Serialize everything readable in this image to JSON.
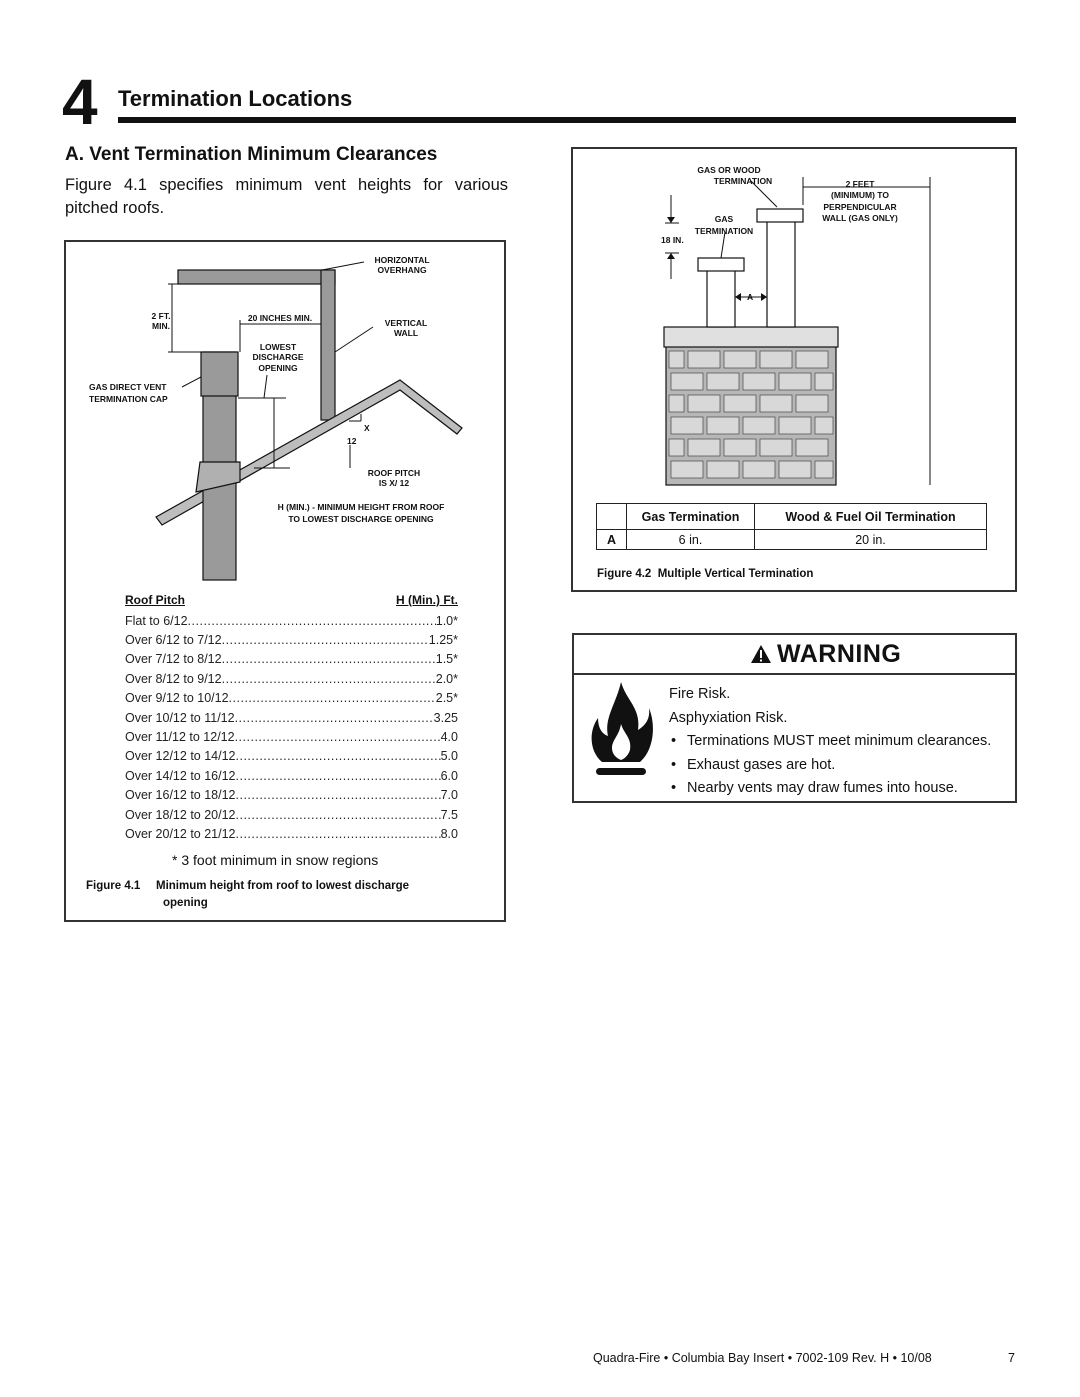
{
  "header": {
    "section_number": "4",
    "section_title": "Termination Locations"
  },
  "subsection_title": "A. Vent Termination Minimum Clearances",
  "intro_text": "Figure 4.1 specifies minimum vent heights for various pitched roofs.",
  "figure_4_1": {
    "labels": {
      "horizontal_overhang": [
        "HORIZONTAL",
        "OVERHANG"
      ],
      "two_ft_min": [
        "2 FT.",
        "MIN."
      ],
      "twenty_inches": "20 INCHES MIN.",
      "vertical_wall": [
        "VERTICAL",
        "WALL"
      ],
      "lowest_discharge": [
        "LOWEST",
        "DISCHARGE",
        "OPENING"
      ],
      "cap": [
        "GAS DIRECT VENT",
        "TERMINATION CAP"
      ],
      "x": "X",
      "twelve": "12",
      "roof_pitch": [
        "ROOF PITCH",
        "IS  X/ 12"
      ],
      "h_min": [
        "H (MIN.) - MINIMUM HEIGHT FROM ROOF",
        "TO LOWEST DISCHARGE OPENING"
      ]
    },
    "table_header": {
      "pitch": "Roof Pitch",
      "height": "H (Min.) Ft."
    },
    "rows": [
      {
        "pitch": "Flat to 6/12",
        "height": "1.0*"
      },
      {
        "pitch": "Over 6/12 to 7/12",
        "height": "1.25*"
      },
      {
        "pitch": "Over 7/12 to 8/12",
        "height": "1.5*"
      },
      {
        "pitch": "Over 8/12 to 9/12",
        "height": "2.0*"
      },
      {
        "pitch": "Over 9/12 to 10/12",
        "height": "2.5*"
      },
      {
        "pitch": "Over 10/12 to 11/12",
        "height": "3.25"
      },
      {
        "pitch": "Over 11/12 to 12/12",
        "height": "4.0"
      },
      {
        "pitch": "Over 12/12 to 14/12",
        "height": "5.0"
      },
      {
        "pitch": "Over 14/12 to 16/12",
        "height": "6.0"
      },
      {
        "pitch": "Over 16/12 to 18/12",
        "height": "7.0"
      },
      {
        "pitch": "Over 18/12 to 20/12",
        "height": "7.5"
      },
      {
        "pitch": "Over 20/12 to 21/12",
        "height": "8.0"
      }
    ],
    "note": "* 3 foot minimum in snow regions",
    "caption_number": "Figure 4.1",
    "caption_text_1": "Minimum height from roof to lowest discharge",
    "caption_text_2": "opening"
  },
  "figure_4_2": {
    "labels": {
      "gas_or_wood": [
        "GAS OR  WOOD",
        "TERMINATION"
      ],
      "two_feet": [
        "2 FEET",
        "(MINIMUM) TO",
        "PERPENDICULAR",
        "WALL (GAS ONLY)"
      ],
      "gas_term": [
        "GAS",
        "TERMINATION"
      ],
      "eighteen": "18 IN.",
      "a": "A"
    },
    "table": {
      "headers": [
        "",
        "Gas Termination",
        "Wood & Fuel Oil Termination"
      ],
      "row": [
        "A",
        "6 in.",
        "20 in."
      ]
    },
    "caption_number": "Figure 4.2",
    "caption_text": "Multiple Vertical Termination"
  },
  "warning": {
    "title": "WARNING",
    "lines": [
      "Fire Risk.",
      "Asphyxiation Risk."
    ],
    "bullets": [
      "Terminations MUST meet minimum clearances.",
      "Exhaust gases are hot.",
      "Nearby vents may draw fumes into house."
    ]
  },
  "footer": {
    "text": "Quadra-Fire • Columbia Bay Insert • 7002-109  Rev. H • 10/08",
    "page": "7"
  }
}
